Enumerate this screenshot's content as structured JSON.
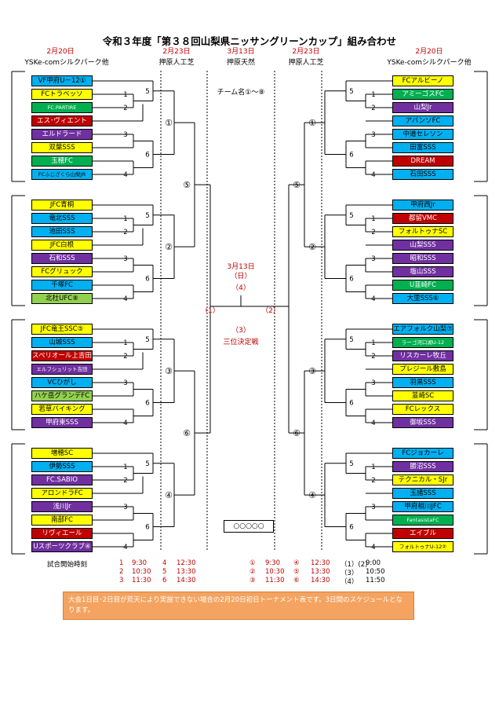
{
  "title": "令和３年度「第３８回山梨県ニッサングリーンカップ」組み合わせ",
  "headers": {
    "date_left": "2月20日",
    "date_left2": "2月23日",
    "date_center": "3月13日",
    "date_right2": "2月23日",
    "date_right": "2月20日",
    "venue_left": "YSKe-comシルクパーク他",
    "venue_left2": "押原人工芝",
    "venue_center": "押原天然",
    "venue_right2": "押原人工芝",
    "venue_right": "YSKe-comシルクパーク他"
  },
  "teams_left": [
    {
      "name": "VF甲府U－12①",
      "bg": "#00b0f0"
    },
    {
      "name": "FCトラベッソ",
      "bg": "#ffff00"
    },
    {
      "name": "FC.PARTIRE",
      "bg": "#00b050"
    },
    {
      "name": "エス･ヴィエント",
      "bg": "#c00000"
    },
    {
      "name": "エルドラード",
      "bg": "#7030a0"
    },
    {
      "name": "双葉SSS",
      "bg": "#ffff00"
    },
    {
      "name": "玉穂FC",
      "bg": "#00b050"
    },
    {
      "name": "FCふじざくら山梨JR",
      "bg": "#00b0f0"
    },
    {
      "name": "JFC青桐",
      "bg": "#ffff00"
    },
    {
      "name": "竜北SSS",
      "bg": "#00b0f0"
    },
    {
      "name": "池田SSS",
      "bg": "#00b0f0"
    },
    {
      "name": "JFC白根",
      "bg": "#ffff00"
    },
    {
      "name": "石和SSS",
      "bg": "#7030a0"
    },
    {
      "name": "FCグリュック",
      "bg": "#ffff00"
    },
    {
      "name": "千塚FC",
      "bg": "#00b0f0"
    },
    {
      "name": "北杜UFC⑧",
      "bg": "#92d050"
    },
    {
      "name": "JFC竜王SSC⑤",
      "bg": "#ffff00"
    },
    {
      "name": "山城SSS",
      "bg": "#00b0f0"
    },
    {
      "name": "スペリオール上吉田",
      "bg": "#c00000"
    },
    {
      "name": "エルフシュリット吉田",
      "bg": "#7030a0"
    },
    {
      "name": "VCひがし",
      "bg": "#00b0f0"
    },
    {
      "name": "ハケ岳グランデFC",
      "bg": "#92d050"
    },
    {
      "name": "若草バイキング",
      "bg": "#ffff00"
    },
    {
      "name": "甲府東SSS",
      "bg": "#7030a0"
    },
    {
      "name": "増穂SC",
      "bg": "#ffff00"
    },
    {
      "name": "伊勢SSS",
      "bg": "#00b0f0"
    },
    {
      "name": "FC.SABIO",
      "bg": "#7030a0"
    },
    {
      "name": "アロンドラFC",
      "bg": "#ffff00"
    },
    {
      "name": "浅川Jr",
      "bg": "#7030a0"
    },
    {
      "name": "南部FC",
      "bg": "#ffff00"
    },
    {
      "name": "リヴィエール",
      "bg": "#c00000"
    },
    {
      "name": "Uスポーツクラブ④",
      "bg": "#7030a0"
    }
  ],
  "teams_right": [
    {
      "name": "FCアルビーノ",
      "bg": "#ffff00"
    },
    {
      "name": "アミーゴスFC",
      "bg": "#00b050"
    },
    {
      "name": "山梨Jr",
      "bg": "#7030a0"
    },
    {
      "name": "アバンソFC",
      "bg": "#00b0f0"
    },
    {
      "name": "中道セレソン",
      "bg": "#00b0f0"
    },
    {
      "name": "田富SSS",
      "bg": "#00b0f0"
    },
    {
      "name": "DREAM",
      "bg": "#c00000"
    },
    {
      "name": "石田SSS",
      "bg": "#00b0f0"
    },
    {
      "name": "甲府西Jr",
      "bg": "#00b0f0"
    },
    {
      "name": "都留VMC",
      "bg": "#c00000"
    },
    {
      "name": "フォルトゥナSC",
      "bg": "#ffff00"
    },
    {
      "name": "山梨SSS",
      "bg": "#7030a0"
    },
    {
      "name": "昭和SSS",
      "bg": "#7030a0"
    },
    {
      "name": "塩山SSS",
      "bg": "#7030a0"
    },
    {
      "name": "U韮崎FC",
      "bg": "#00b050"
    },
    {
      "name": "大里SSS⑥",
      "bg": "#00b0f0"
    },
    {
      "name": "エアフォルク山梨⑦",
      "bg": "#00b0f0"
    },
    {
      "name": "ラーゴ河口湖U-12",
      "bg": "#00b050"
    },
    {
      "name": "リスカーレ牧丘",
      "bg": "#7030a0"
    },
    {
      "name": "プレジール敷島",
      "bg": "#ffff00"
    },
    {
      "name": "羽黒SSS",
      "bg": "#00b0f0"
    },
    {
      "name": "韮崎SC",
      "bg": "#ffff00"
    },
    {
      "name": "FCレックス",
      "bg": "#ffff00"
    },
    {
      "name": "御坂SSS",
      "bg": "#7030a0"
    },
    {
      "name": "FCジョカーレ",
      "bg": "#00b0f0"
    },
    {
      "name": "勝沼SSS",
      "bg": "#7030a0"
    },
    {
      "name": "テクニカル・SJr",
      "bg": "#ffff00"
    },
    {
      "name": "玉諸SSS",
      "bg": "#00b0f0"
    },
    {
      "name": "甲府相川JFC",
      "bg": "#00b0f0"
    },
    {
      "name": "FantasistaFC",
      "bg": "#00b050"
    },
    {
      "name": "エイブル",
      "bg": "#c00000"
    },
    {
      "name": "フォルトゥナU-12②",
      "bg": "#ffff00"
    }
  ],
  "game_nums": [
    "1",
    "5",
    "2",
    "3",
    "6",
    "4"
  ],
  "round2_labels": [
    "①",
    "②",
    "③",
    "④"
  ],
  "round3_labels": [
    "⑤",
    "⑥"
  ],
  "center": {
    "team_label": "チーム名①～⑧",
    "final_date": "3月13日",
    "final_day": "（日）",
    "final_num": "（4）",
    "semi_left": "（1）",
    "semi_right": "（2）",
    "third_num": "（3）",
    "third_label": "三位決定戦",
    "venue_box": "○○○○○"
  },
  "schedule": {
    "heading": "試合開始時刻",
    "rows": [
      {
        "a": "1",
        "at": "9:30",
        "b": "4",
        "bt": "12:30",
        "c": "①",
        "ct": "9:30",
        "d": "④",
        "dt": "12:30",
        "e": "（1）(2)",
        "et": "9:00"
      },
      {
        "a": "2",
        "at": "10:30",
        "b": "5",
        "bt": "13:30",
        "c": "②",
        "ct": "10:30",
        "d": "⑤",
        "dt": "13:30",
        "e": "（3）",
        "et": "10:50"
      },
      {
        "a": "3",
        "at": "11:30",
        "b": "6",
        "bt": "14:30",
        "c": "③",
        "ct": "11:30",
        "d": "⑥",
        "dt": "14:30",
        "e": "（4）",
        "et": "11:50"
      }
    ]
  },
  "notice": "大会1日目･2日目が荒天により実施できない場合の2月20日初日トーナメント表です。3日間のスケジュールとなります。",
  "colors": {
    "red": "#c00000",
    "orange": "#f4a460"
  }
}
